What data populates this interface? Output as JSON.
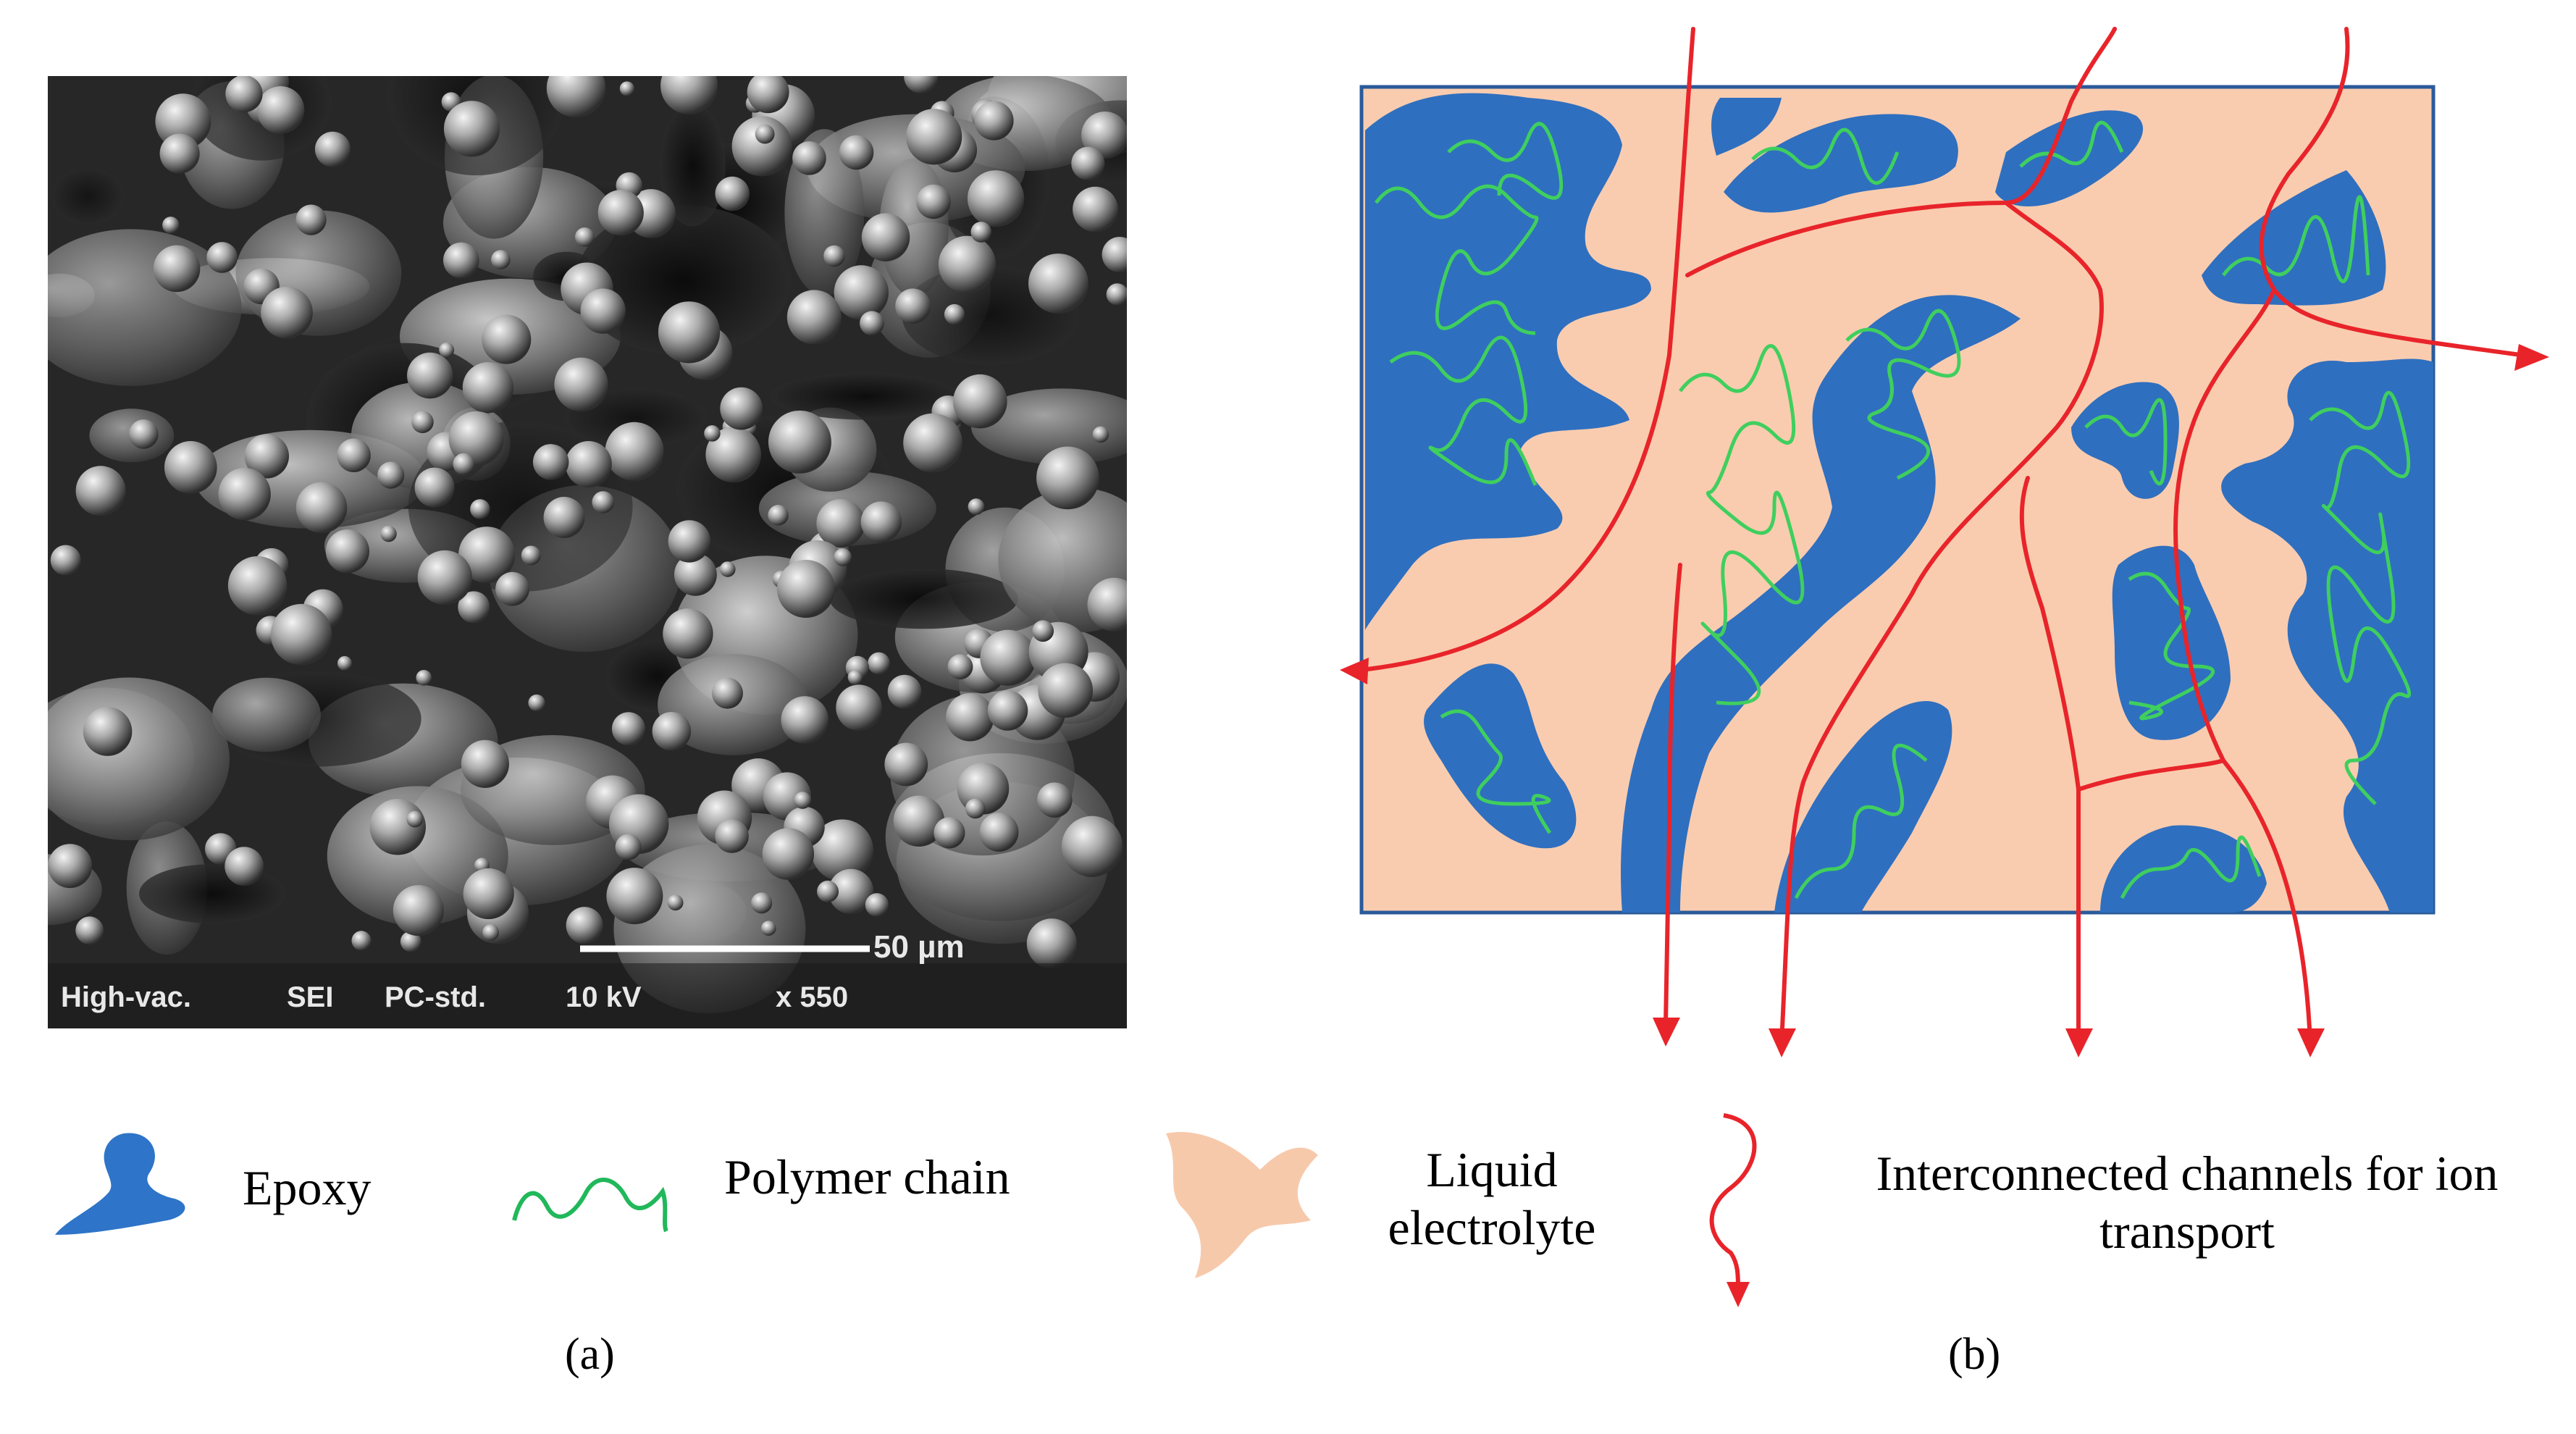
{
  "panel_a": {
    "caption": "(a)",
    "scale_bar_label": "50 µm",
    "info_bar": [
      "High-vac.",
      "SEI",
      "PC-std.",
      "10 kV",
      "x 550"
    ]
  },
  "panel_b": {
    "caption": "(b)"
  },
  "legend": [
    {
      "icon": "epoxy-blob-icon",
      "label": "Epoxy",
      "color": "#2e74c8"
    },
    {
      "icon": "polymer-chain-icon",
      "label": "Polymer chain",
      "color": "#21b85b"
    },
    {
      "icon": "liquid-electrolyte-icon",
      "label": "Liquid\nelectrolyte",
      "color": "#f7c9ab"
    },
    {
      "icon": "ion-channel-arrow-icon",
      "label": "Interconnected channels for ion\ntransport",
      "color": "#e8242a"
    }
  ],
  "colors": {
    "electrolyte": "#f9ccaf",
    "epoxy": "#2f6fbf",
    "polymer_chain": "#3fcf5e",
    "channel": "#e8242a",
    "frame": "#2a5a9a"
  }
}
